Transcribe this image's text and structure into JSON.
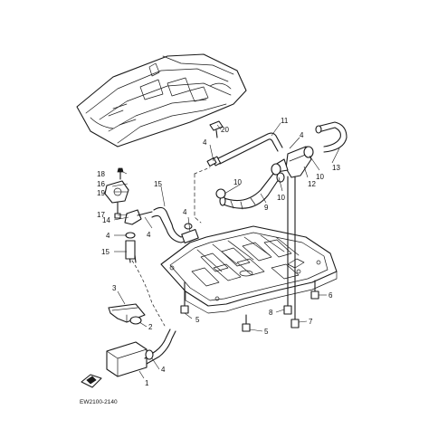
{
  "diagram_code": "EW2100-2140",
  "labels": {
    "n1": "1",
    "n2": "2",
    "n3": "3",
    "n4a": "4",
    "n4b": "4",
    "n4c": "4",
    "n4d": "4",
    "n4e": "4",
    "n4f": "4",
    "n5a": "5",
    "n5b": "5",
    "n6": "6",
    "n7": "7",
    "n8": "8",
    "n9": "9",
    "n10a": "10",
    "n10b": "10",
    "n10c": "10",
    "n11": "11",
    "n12": "12",
    "n13": "13",
    "n14": "14",
    "n15a": "15",
    "n15b": "15",
    "n16": "16",
    "n17": "17",
    "n18": "18",
    "n19": "19",
    "n20": "20"
  },
  "colors": {
    "ink": "#1a1a1a",
    "paper": "#ffffff"
  }
}
